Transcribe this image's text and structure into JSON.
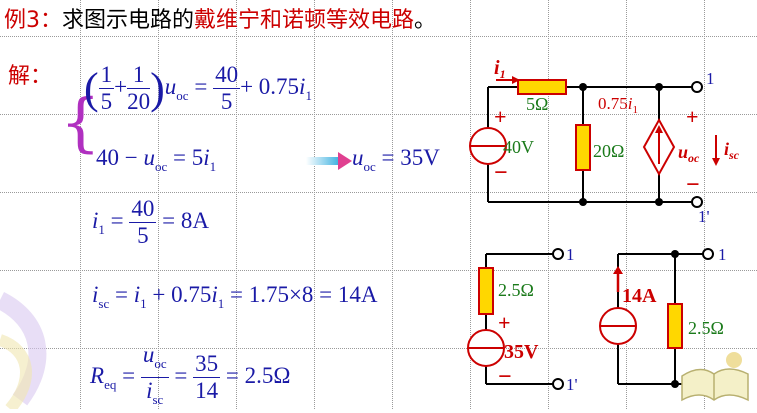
{
  "title": {
    "label": "例3：",
    "text_a": "求图示电路的",
    "text_b": "戴维宁和诺顿等效电路",
    "end": "。"
  },
  "solution_label": "解：",
  "equations": {
    "eq1": {
      "f1n": "1",
      "f1d": "5",
      "plus": "+",
      "f2n": "1",
      "f2d": "20",
      "u": "u",
      "u_sub": "oc",
      "eq": "=",
      "f3n": "40",
      "f3d": "5",
      "tail": "+ 0.75",
      "i": "i",
      "i_sub": "1"
    },
    "eq2": {
      "text": "40 − ",
      "u": "u",
      "u_sub": "oc",
      "rhs": " = 5",
      "i": "i",
      "i_sub": "1"
    },
    "result": {
      "u": "u",
      "u_sub": "oc",
      "rhs": " = 35V"
    },
    "eq3": {
      "i": "i",
      "i_sub": "1",
      "eq": " = ",
      "fn": "40",
      "fd": "5",
      "rhs": " = 8A"
    },
    "eq4": {
      "i": "i",
      "i_sub": "sc",
      "a": " = ",
      "i1": "i",
      "i1_sub": "1",
      "b": " + 0.75",
      "i2": "i",
      "i2_sub": "1",
      "c": " = 1.75×8 = 14A"
    },
    "eq5": {
      "R": "R",
      "R_sub": "eq",
      "eq": " = ",
      "fn_u": "u",
      "fn_sub": "oc",
      "fd_i": "i",
      "fd_sub": "sc",
      "eq2": " = ",
      "f2n": "35",
      "f2d": "14",
      "rhs": " = 2.5Ω"
    }
  },
  "circuit1": {
    "i1": "i",
    "i1_sub": "1",
    "r1": "5Ω",
    "src": "40V",
    "r2": "20Ω",
    "dep": "0.75",
    "dep_i": "i",
    "dep_sub": "1",
    "uoc": "u",
    "uoc_sub": "oc",
    "isc": "i",
    "isc_sub": "sc",
    "plus": "+",
    "minus": "−",
    "t1": "1",
    "t1p": "1'"
  },
  "thevenin": {
    "r": "2.5Ω",
    "src": "35V",
    "plus": "+",
    "minus": "−",
    "t1": "1",
    "t1p": "1'"
  },
  "norton": {
    "src": "14A",
    "r": "2.5Ω",
    "t1": "1",
    "t1p": "1'"
  },
  "colors": {
    "red": "#cc0000",
    "blue": "#1a1aa6",
    "green": "#1a7a1a",
    "yellow": "#ffd700",
    "arrow": "#3ab0e0"
  }
}
